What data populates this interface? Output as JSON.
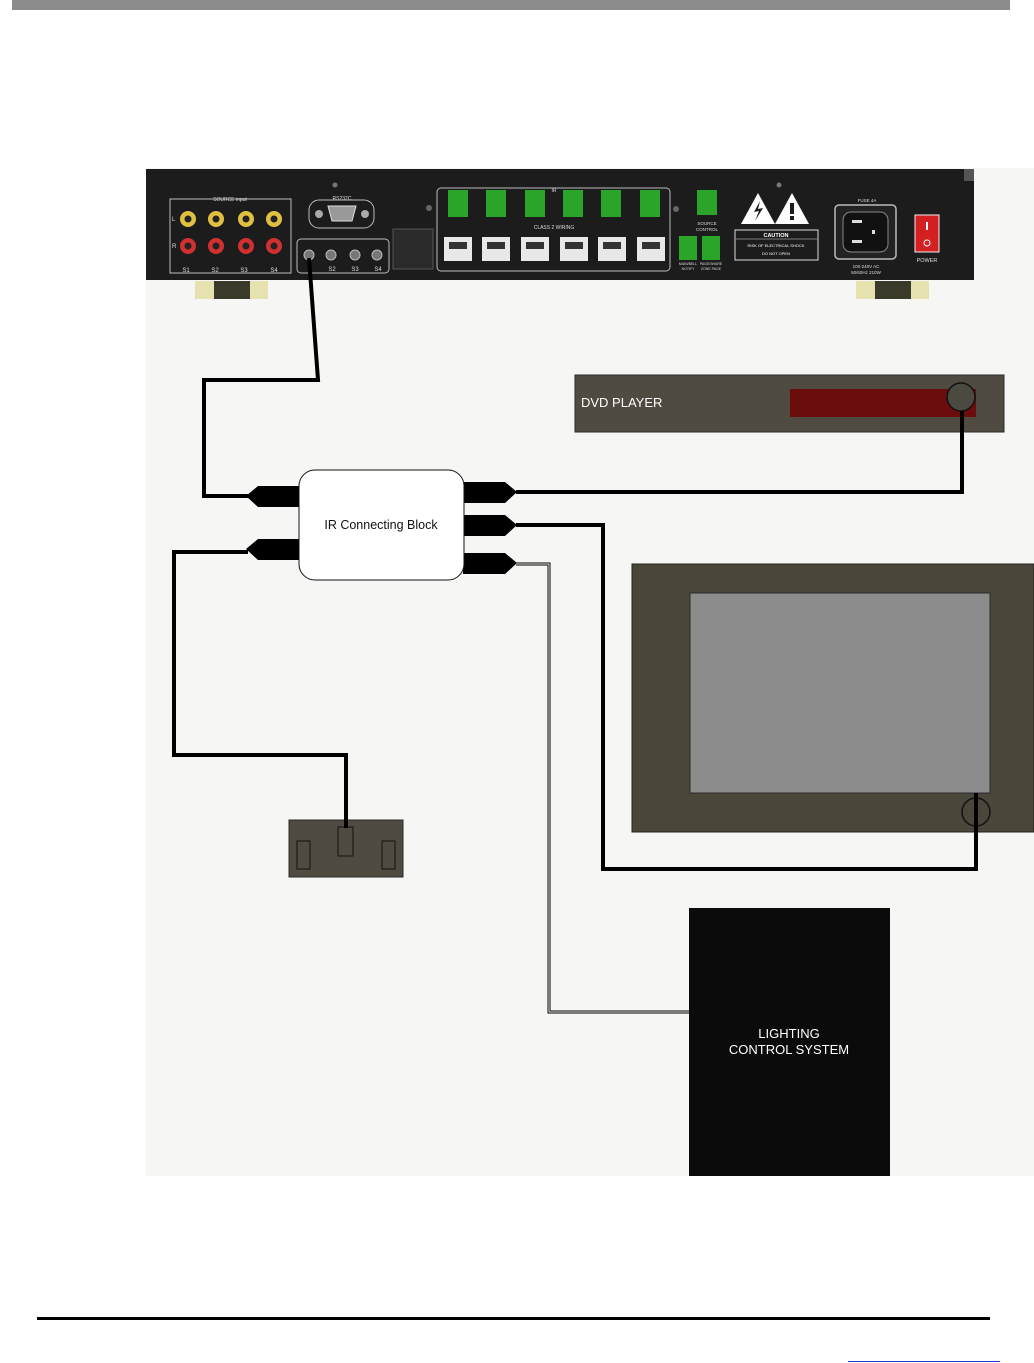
{
  "device": {
    "source_input_label": "SOURCE input",
    "channel_left": "L",
    "channel_right": "R",
    "source_labels": [
      "S1",
      "S2",
      "S3",
      "S4"
    ],
    "ir_labels": [
      "S2",
      "S3",
      "S4"
    ],
    "rs232_label": "RS232C",
    "class2_label": "CLASS 2 WIRING",
    "ir_label": "IR",
    "source_control_label": [
      "SOURCE",
      "CONTROL"
    ],
    "bottom_small_left": [
      "MAIN/BELL",
      "NOTIFY"
    ],
    "bottom_small_right": [
      "PAGE/SHARE",
      "ZONE PAGE"
    ],
    "caution_title": "CAUTION",
    "caution_line1": "RISK OF ELECTRICAL SHOCK",
    "caution_line2": "DO NOT OPEN",
    "fuse_label": "FUSE 4A",
    "voltage_line1": "100-240V AC",
    "voltage_line2": "50/60Hz  210W",
    "power_label": "POWER"
  },
  "dvd": {
    "label": "DVD PLAYER"
  },
  "ir_block": {
    "label": "IR Connecting Block"
  },
  "lighting": {
    "line1": "LIGHTING",
    "line2": "CONTROL SYSTEM"
  },
  "colors": {
    "device_body": "#1c1c1c",
    "display_frame": "#4b463a",
    "dvd_body": "#4f4b40",
    "dvd_slot": "#6b0d0d",
    "lighting_body": "#0b0b0b",
    "terminal_green": "#2aa52a",
    "power_switch": "#d42020",
    "cable": "#000000"
  }
}
